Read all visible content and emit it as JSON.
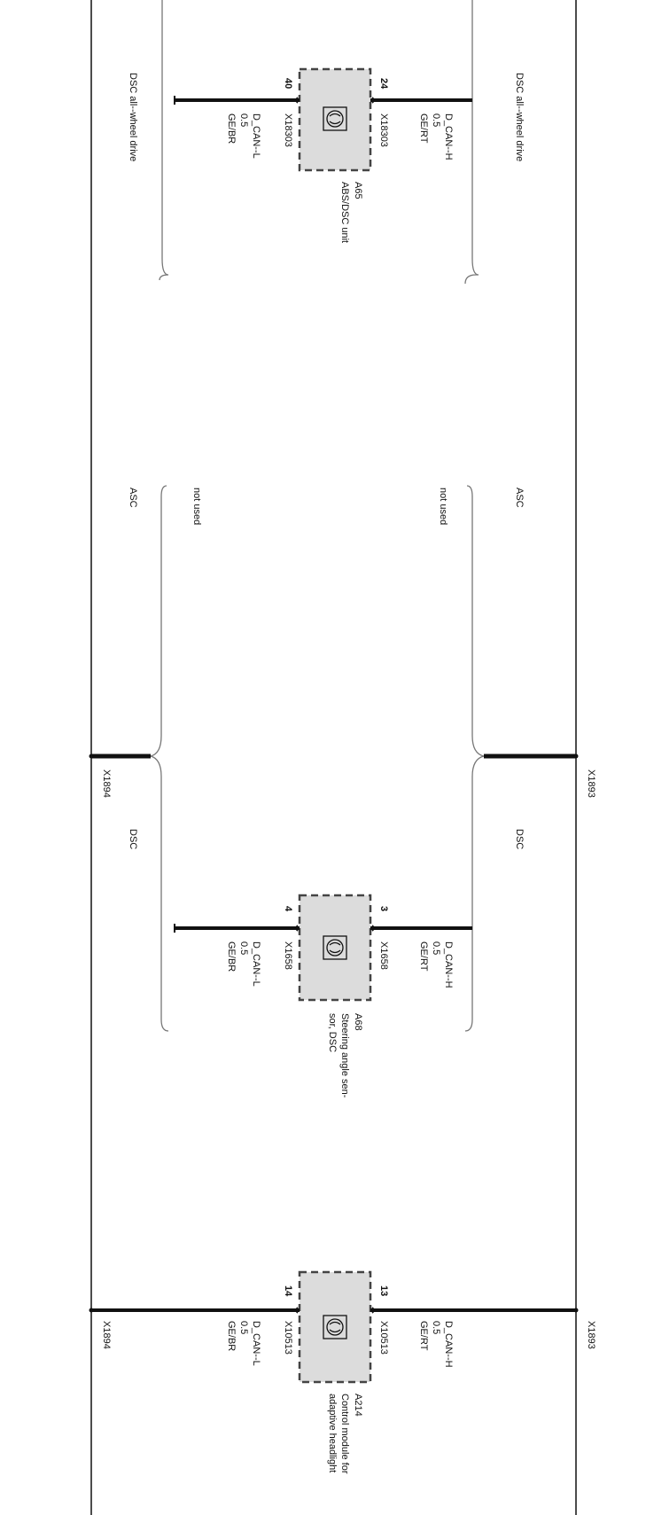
{
  "diagram": {
    "modules": [
      {
        "ref": "A65",
        "name": "ABS/DSC unit",
        "pin_h": "24",
        "pin_l": "40",
        "conn_h": "X18303",
        "conn_l": "X18303"
      },
      {
        "ref": "A68",
        "name_line1": "Steering angle sen-",
        "name_line2": "sor, DSC",
        "pin_h": "3",
        "pin_l": "4",
        "conn_h": "X1658",
        "conn_l": "X1658"
      },
      {
        "ref": "A214",
        "name_line1": "Control module for",
        "name_line2": "adaptive headlight",
        "pin_h": "13",
        "pin_l": "14",
        "conn_h": "X10513",
        "conn_l": "X10513"
      }
    ],
    "wire_h": {
      "signal": "D_CAN--H",
      "size": "0.5",
      "color": "GE/RT"
    },
    "wire_l": {
      "signal": "D_CAN--L",
      "size": "0.5",
      "color": "GE/BR"
    },
    "variants": {
      "dsc_awd": "DSC all--wheel drive",
      "asc": "ASC",
      "dsc": "DSC",
      "not_used": "not used"
    },
    "junctions": {
      "right": "X1893",
      "left": "X1894"
    }
  },
  "colors": {
    "line": "#111111",
    "box_fill": "#dcdcdc",
    "box_border": "#444444",
    "bracket": "#777777"
  }
}
